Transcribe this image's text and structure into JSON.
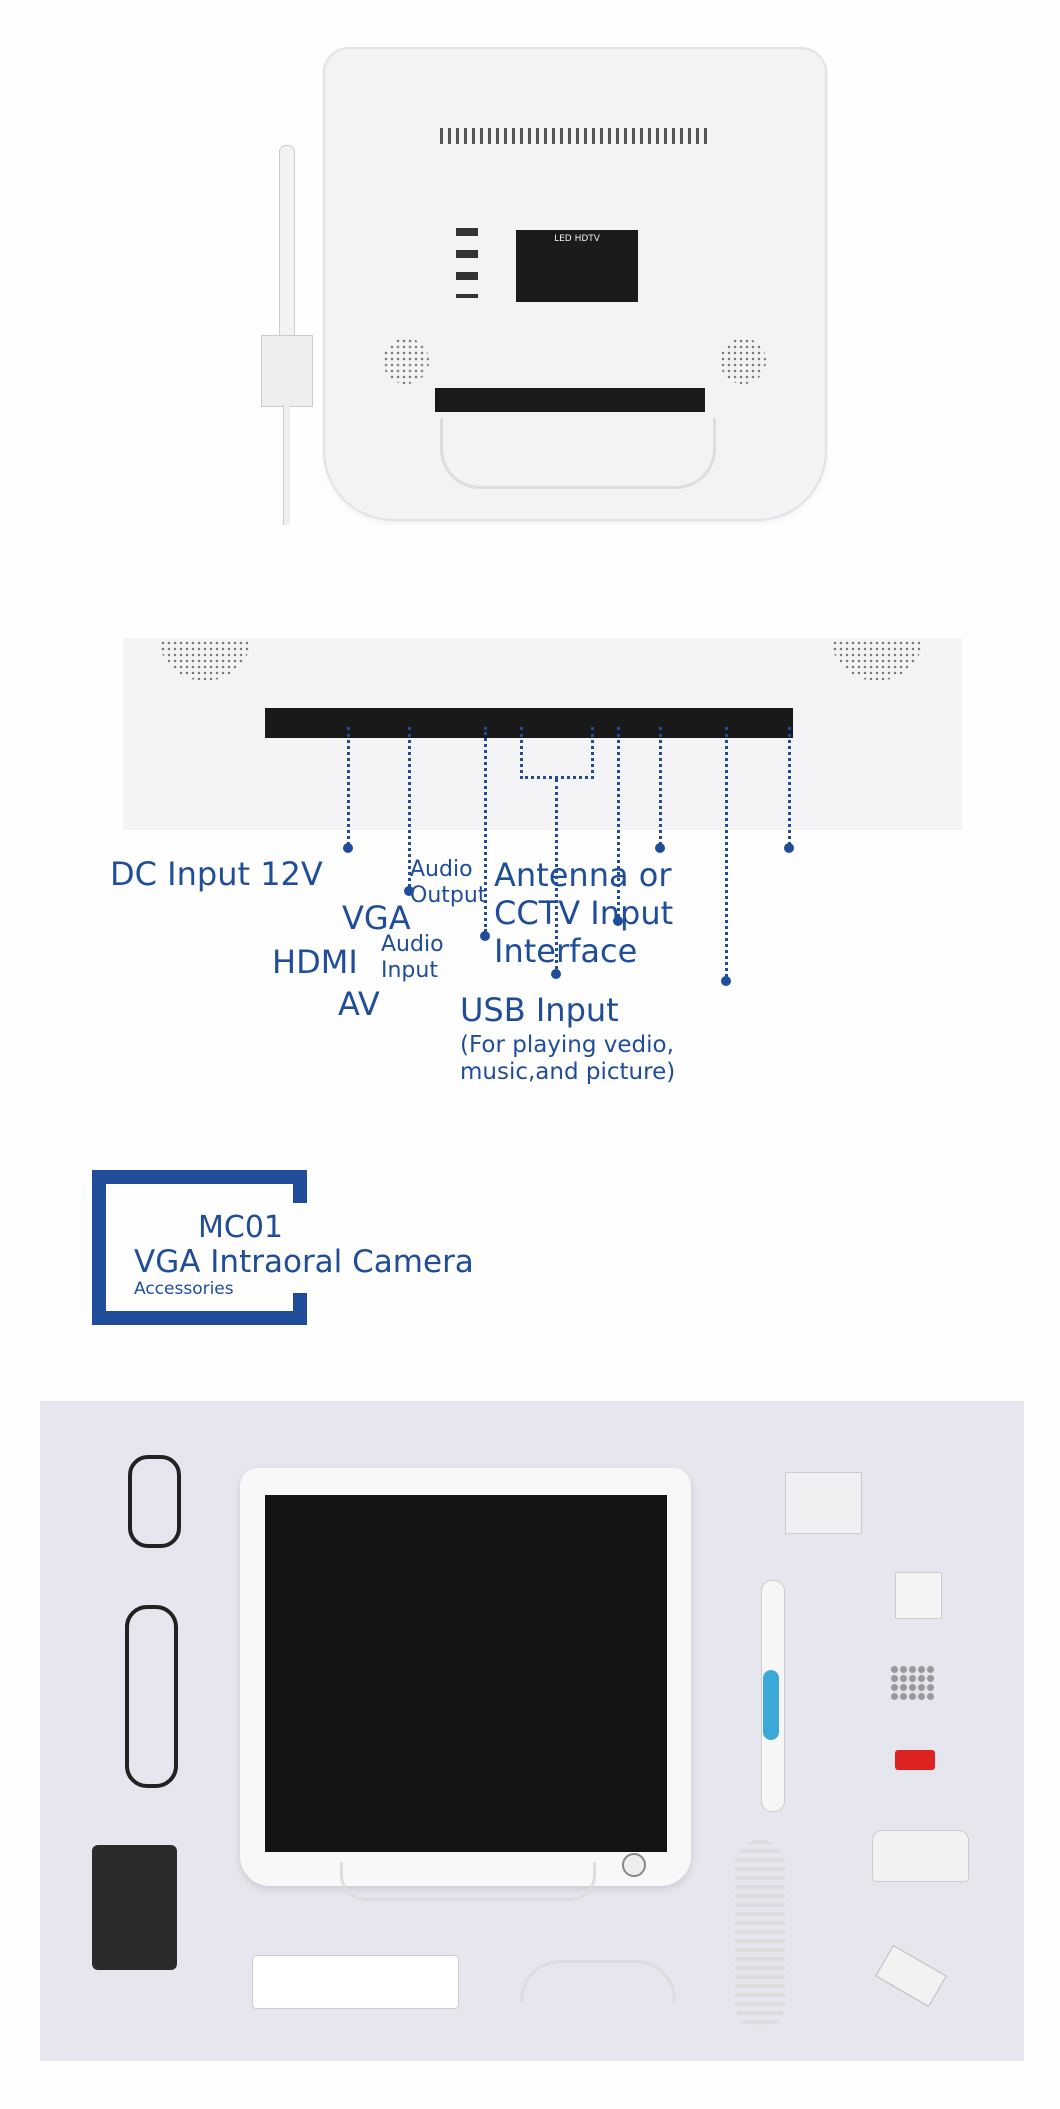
{
  "monitor_back": {
    "sticker_title": "LED HDTV"
  },
  "ports": {
    "dc": "DC Input 12V",
    "vga": "VGA",
    "hdmi": "HDMI",
    "av": "AV",
    "audio_input": [
      "Audio",
      "Input"
    ],
    "audio_output": [
      "Audio",
      "Output"
    ],
    "antenna": [
      "Antenna or",
      "CCTV Input",
      "Interface"
    ],
    "usb": "USB Input",
    "usb_note": [
      "(For playing vedio,",
      "music,and picture)"
    ]
  },
  "heading": {
    "model": "MC01",
    "title": "VGA Intraoral Camera",
    "subtitle": "Accessories"
  },
  "colors": {
    "accent": "#1f4d9a",
    "photo_bg": "#e6e6ef"
  }
}
